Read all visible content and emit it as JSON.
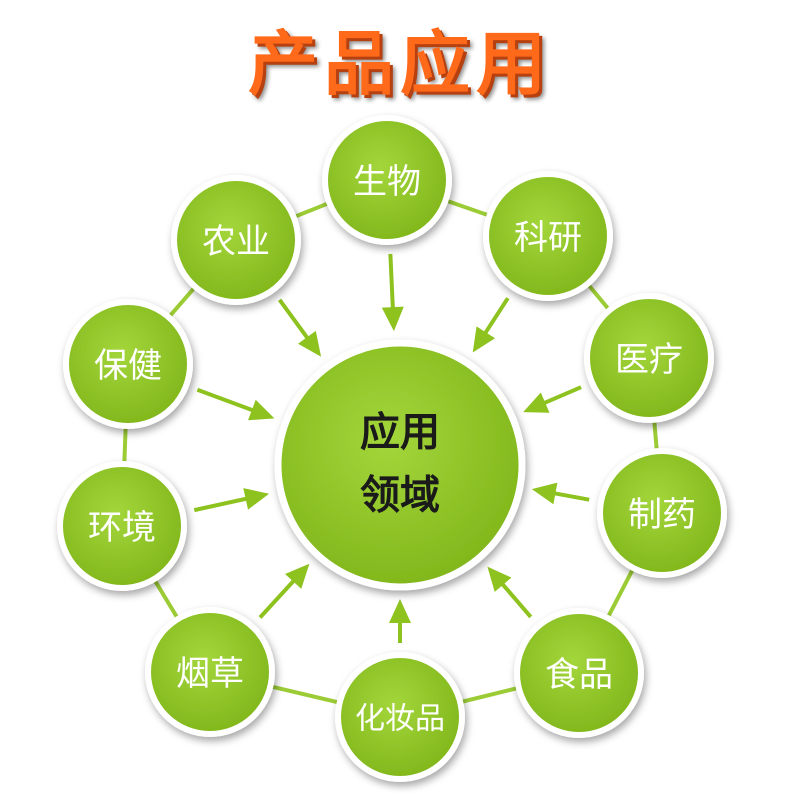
{
  "title": "产品应用",
  "center": {
    "line1": "应用",
    "line2": "领域"
  },
  "nodes": [
    "生物",
    "科研",
    "医疗",
    "制药",
    "食品",
    "化妆品",
    "烟草",
    "环境",
    "保健",
    "农业"
  ],
  "colors": {
    "node_fill": "#8dc21f",
    "ring_line": "#9ccc35",
    "arrow": "#8dc21f",
    "title": "#ff6a1a"
  }
}
